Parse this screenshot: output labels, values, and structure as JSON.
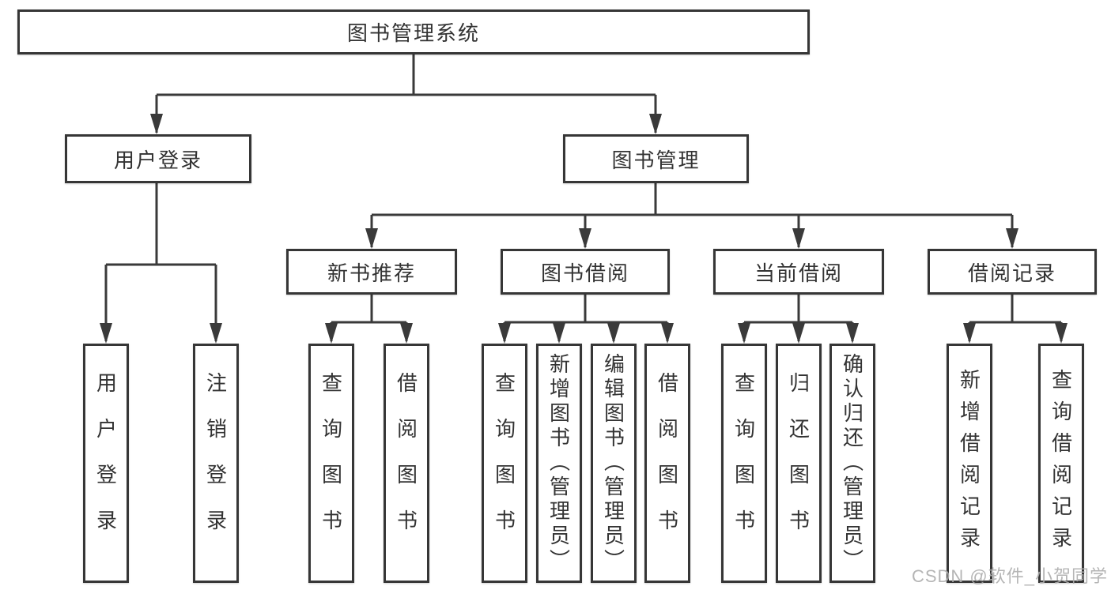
{
  "nodes": {
    "root": "图书管理系统",
    "branches": [
      "用户登录",
      "图书管理"
    ],
    "modules": [
      "新书推荐",
      "图书借阅",
      "当前借阅",
      "借阅记录"
    ],
    "leaves": [
      "用户登录",
      "注销登录",
      "查询图书",
      "借阅图书",
      "查询图书",
      "新增图书（管理员）",
      "编辑图书（管理员）",
      "借阅图书",
      "查询图书",
      "归还图书",
      "确认归还（管理员）",
      "新增借阅记录",
      "查询借阅记录"
    ]
  },
  "watermark": "CSDN @软件_小贺同学",
  "colors": {
    "line": "#3a3a3a",
    "box_border": "#363636",
    "text": "#333333",
    "watermark": "#adadad",
    "background": "#ffffff"
  }
}
